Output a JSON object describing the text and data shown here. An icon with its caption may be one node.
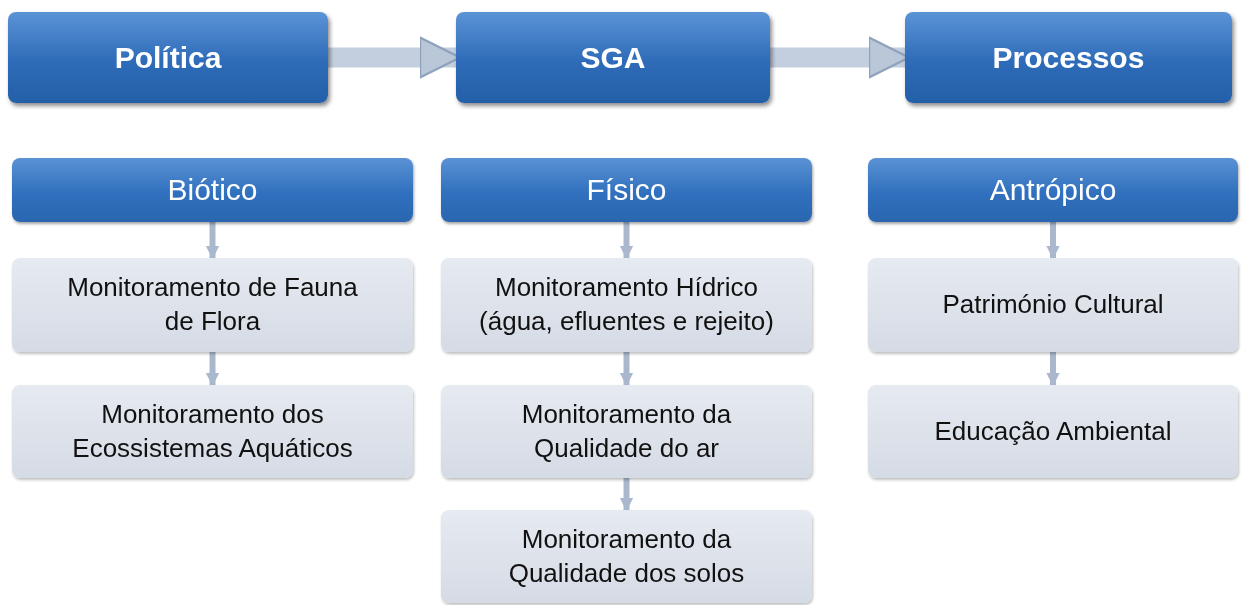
{
  "diagram": {
    "nodes": [
      {
        "text": [
          "Política"
        ]
      },
      {
        "text": [
          "SGA"
        ]
      },
      {
        "text": [
          "Processos"
        ]
      },
      {
        "text": [
          "Biótico"
        ]
      },
      {
        "text": [
          "Físico"
        ]
      },
      {
        "text": [
          "Antrópico"
        ]
      },
      {
        "text": [
          "Monitoramento de Fauna de Flora"
        ]
      },
      {
        "text": [
          "Monitoramento dos Ecossistemas Aquáticos"
        ]
      },
      {
        "text": [
          "Monitoramento Hídrico (água, efluentes e rejeito)"
        ]
      },
      {
        "text": [
          "Monitoramento da Qualidade do ar"
        ]
      },
      {
        "text": [
          "Monitoramento da Qualidade dos solos"
        ]
      },
      {
        "text": [
          "Património Cultural"
        ]
      },
      {
        "text": [
          "Educação Ambiental"
        ]
      }
    ],
    "edges": [
      {
        "from": 0,
        "to": 1,
        "arrow": "to",
        "style": "thick"
      },
      {
        "from": 1,
        "to": 2,
        "arrow": "to",
        "style": "thick"
      },
      {
        "from": 3,
        "to": 6,
        "arrow": "to"
      },
      {
        "from": 6,
        "to": 7,
        "arrow": "to"
      },
      {
        "from": 4,
        "to": 8,
        "arrow": "to"
      },
      {
        "from": 8,
        "to": 9,
        "arrow": "to"
      },
      {
        "from": 9,
        "to": 10,
        "arrow": "to"
      },
      {
        "from": 5,
        "to": 11,
        "arrow": "to"
      },
      {
        "from": 11,
        "to": 12,
        "arrow": "to"
      }
    ]
  }
}
